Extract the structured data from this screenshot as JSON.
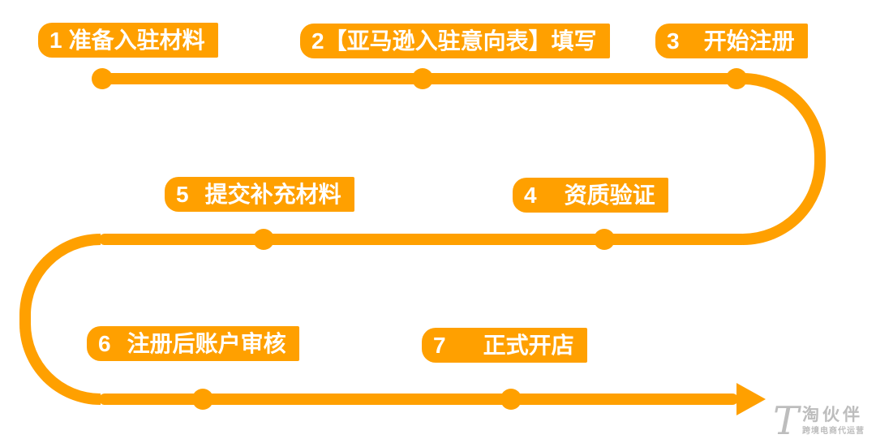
{
  "diagram": {
    "type": "snake-flowchart",
    "topic": "Amazon seller onboarding process",
    "steps": [
      {
        "num": "1",
        "label": "准备入驻材料"
      },
      {
        "num": "2",
        "label": "【亚马逊入驻意向表】填写"
      },
      {
        "num": "3",
        "label": "开始注册"
      },
      {
        "num": "4",
        "label": "资质验证"
      },
      {
        "num": "5",
        "label": "提交补充材料"
      },
      {
        "num": "6",
        "label": "注册后账户审核"
      },
      {
        "num": "7",
        "label": "正式开店"
      },
      {
        "num": "",
        "label": ""
      }
    ],
    "flow_order": [
      "1",
      "2",
      "3",
      "4",
      "5",
      "6",
      "7"
    ],
    "colors": {
      "accent_orange": "#FFA000",
      "pill_text": "#FFFFFF",
      "background": "#FFFFFF",
      "watermark_gray": "#BDBDBD"
    }
  },
  "watermark": {
    "symbol": "T",
    "brand": "淘伙伴",
    "subtitle": "跨境电商代运营"
  }
}
